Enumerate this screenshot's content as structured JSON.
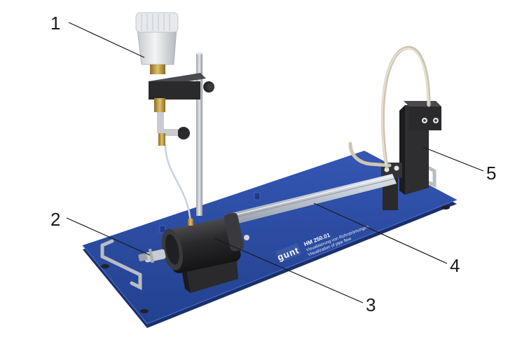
{
  "figure": {
    "plate_brand": "gunt",
    "plate_model": "HM 250.01",
    "plate_line1": "Visualisierung von Rohrströmungen",
    "plate_line2": "Visualization of pipe flow"
  },
  "callouts": [
    {
      "label": "1"
    },
    {
      "label": "2"
    },
    {
      "label": "3"
    },
    {
      "label": "4"
    },
    {
      "label": "5"
    }
  ],
  "colors": {
    "base_plate": "#2b4a9e",
    "base_plate_edge": "#1d3477",
    "metal": "#c9ccd1",
    "dark_part": "#2a2a2c",
    "brass": "#b8903a",
    "tube": "#d8dde2",
    "hose": "#cfc7b4"
  }
}
